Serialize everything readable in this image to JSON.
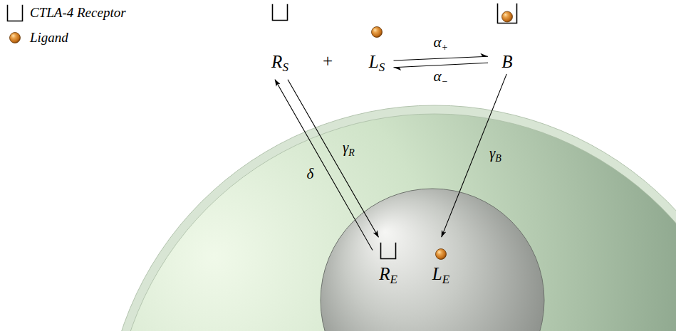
{
  "diagram": {
    "nodes": [
      {
        "text": [
          "RS"
        ]
      },
      {
        "text": [
          "LS"
        ]
      },
      {
        "text": [
          "B"
        ]
      },
      {
        "text": [
          "RE"
        ]
      },
      {
        "text": [
          "LE"
        ]
      }
    ],
    "edges": [
      {
        "from": 1,
        "to": 2,
        "label": "α+",
        "arrow": "to"
      },
      {
        "from": 2,
        "to": 1,
        "label": "α−",
        "arrow": "to"
      },
      {
        "from": 0,
        "to": 3,
        "label": "γR",
        "arrow": "to"
      },
      {
        "from": 3,
        "to": 0,
        "label": "δ",
        "arrow": "to"
      },
      {
        "from": 2,
        "to": 4,
        "label": "γB",
        "arrow": "to"
      }
    ],
    "labels": [
      "+"
    ],
    "legend": [
      {
        "text": "CTLA-4 Receptor"
      },
      {
        "text": "Ligand"
      }
    ]
  }
}
